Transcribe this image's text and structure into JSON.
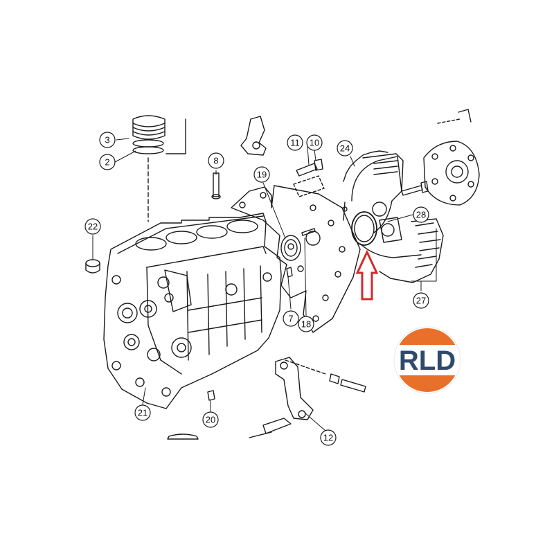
{
  "callouts": [
    {
      "id": "c2",
      "label": "2"
    },
    {
      "id": "c3",
      "label": "3"
    },
    {
      "id": "c7",
      "label": "7"
    },
    {
      "id": "c8",
      "label": "8"
    },
    {
      "id": "c10",
      "label": "10"
    },
    {
      "id": "c11",
      "label": "11"
    },
    {
      "id": "c12",
      "label": "12"
    },
    {
      "id": "c18",
      "label": "18"
    },
    {
      "id": "c19",
      "label": "19"
    },
    {
      "id": "c20",
      "label": "20"
    },
    {
      "id": "c21",
      "label": "21"
    },
    {
      "id": "c22",
      "label": "22"
    },
    {
      "id": "c24",
      "label": "24"
    },
    {
      "id": "c27",
      "label": "27"
    },
    {
      "id": "c28",
      "label": "28"
    }
  ],
  "logo": {
    "text": "RLD",
    "text_color": "#2f4a6b",
    "accent_color": "#e8702a"
  },
  "indicator": {
    "icon": "up-arrow-icon",
    "color": "#d42a2a"
  }
}
